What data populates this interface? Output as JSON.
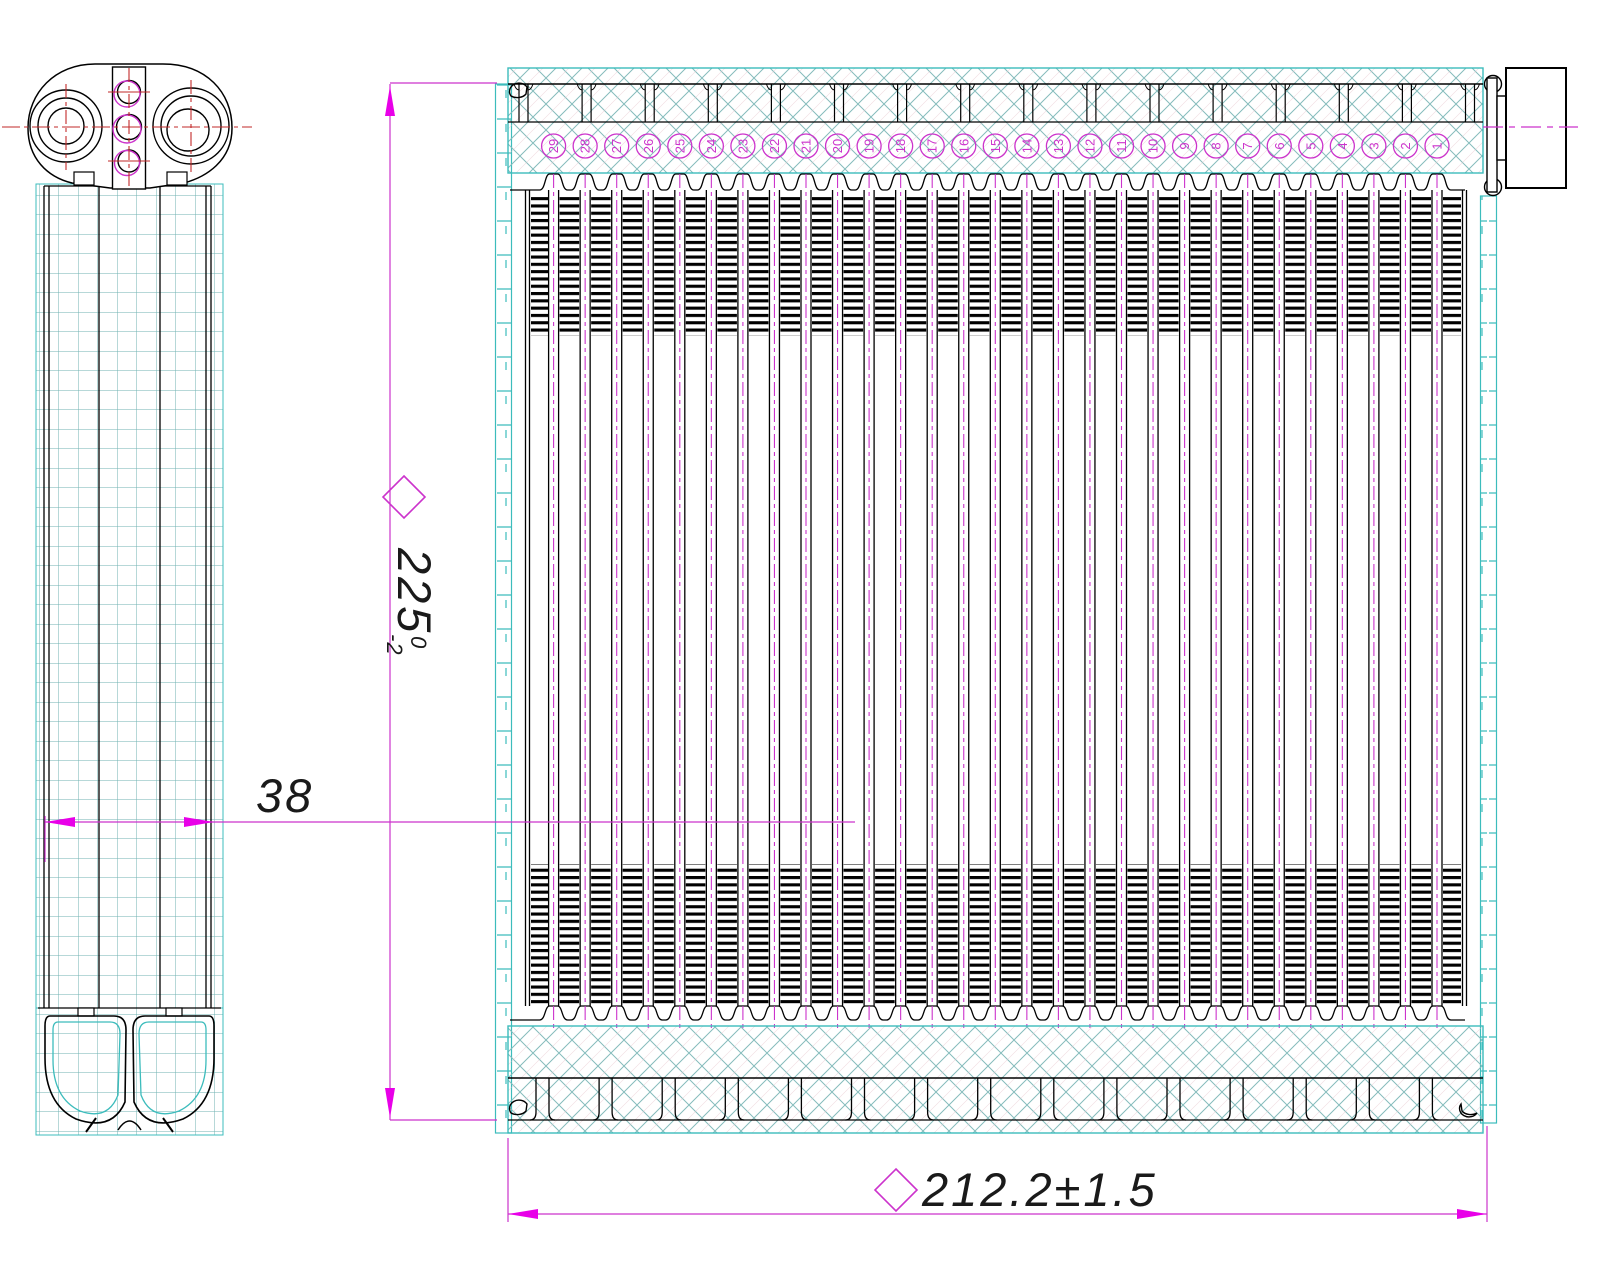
{
  "drawing": {
    "type": "engineering-cad-drawing",
    "views": {
      "side_view": "heater-core-side-profile",
      "front_view": "heater-core-front-with-numbered-tubes"
    },
    "dimensions": {
      "depth": "38",
      "height_value": "225",
      "height_tol_upper": "0",
      "height_tol_lower": "-2",
      "width_value": "212.2±1.5"
    },
    "symbols": {
      "height_marker": "diamond",
      "width_marker": "diamond"
    },
    "tube_labels": [
      "29",
      "28",
      "27",
      "26",
      "25",
      "24",
      "23",
      "22",
      "21",
      "20",
      "19",
      "18",
      "17",
      "16",
      "15",
      "14",
      "13",
      "12",
      "11",
      "10",
      "9",
      "8",
      "7",
      "6",
      "5",
      "4",
      "3",
      "2",
      "1"
    ],
    "colors": {
      "magenta": "#cc33cc",
      "arrow": "#e800e8",
      "cyan": "#3cbcbc",
      "hatch": "#85bcbc",
      "pink_hatch": "#e3bfc8",
      "red": "#c22a2a",
      "black": "#000000",
      "text": "#1a1a1a"
    }
  }
}
